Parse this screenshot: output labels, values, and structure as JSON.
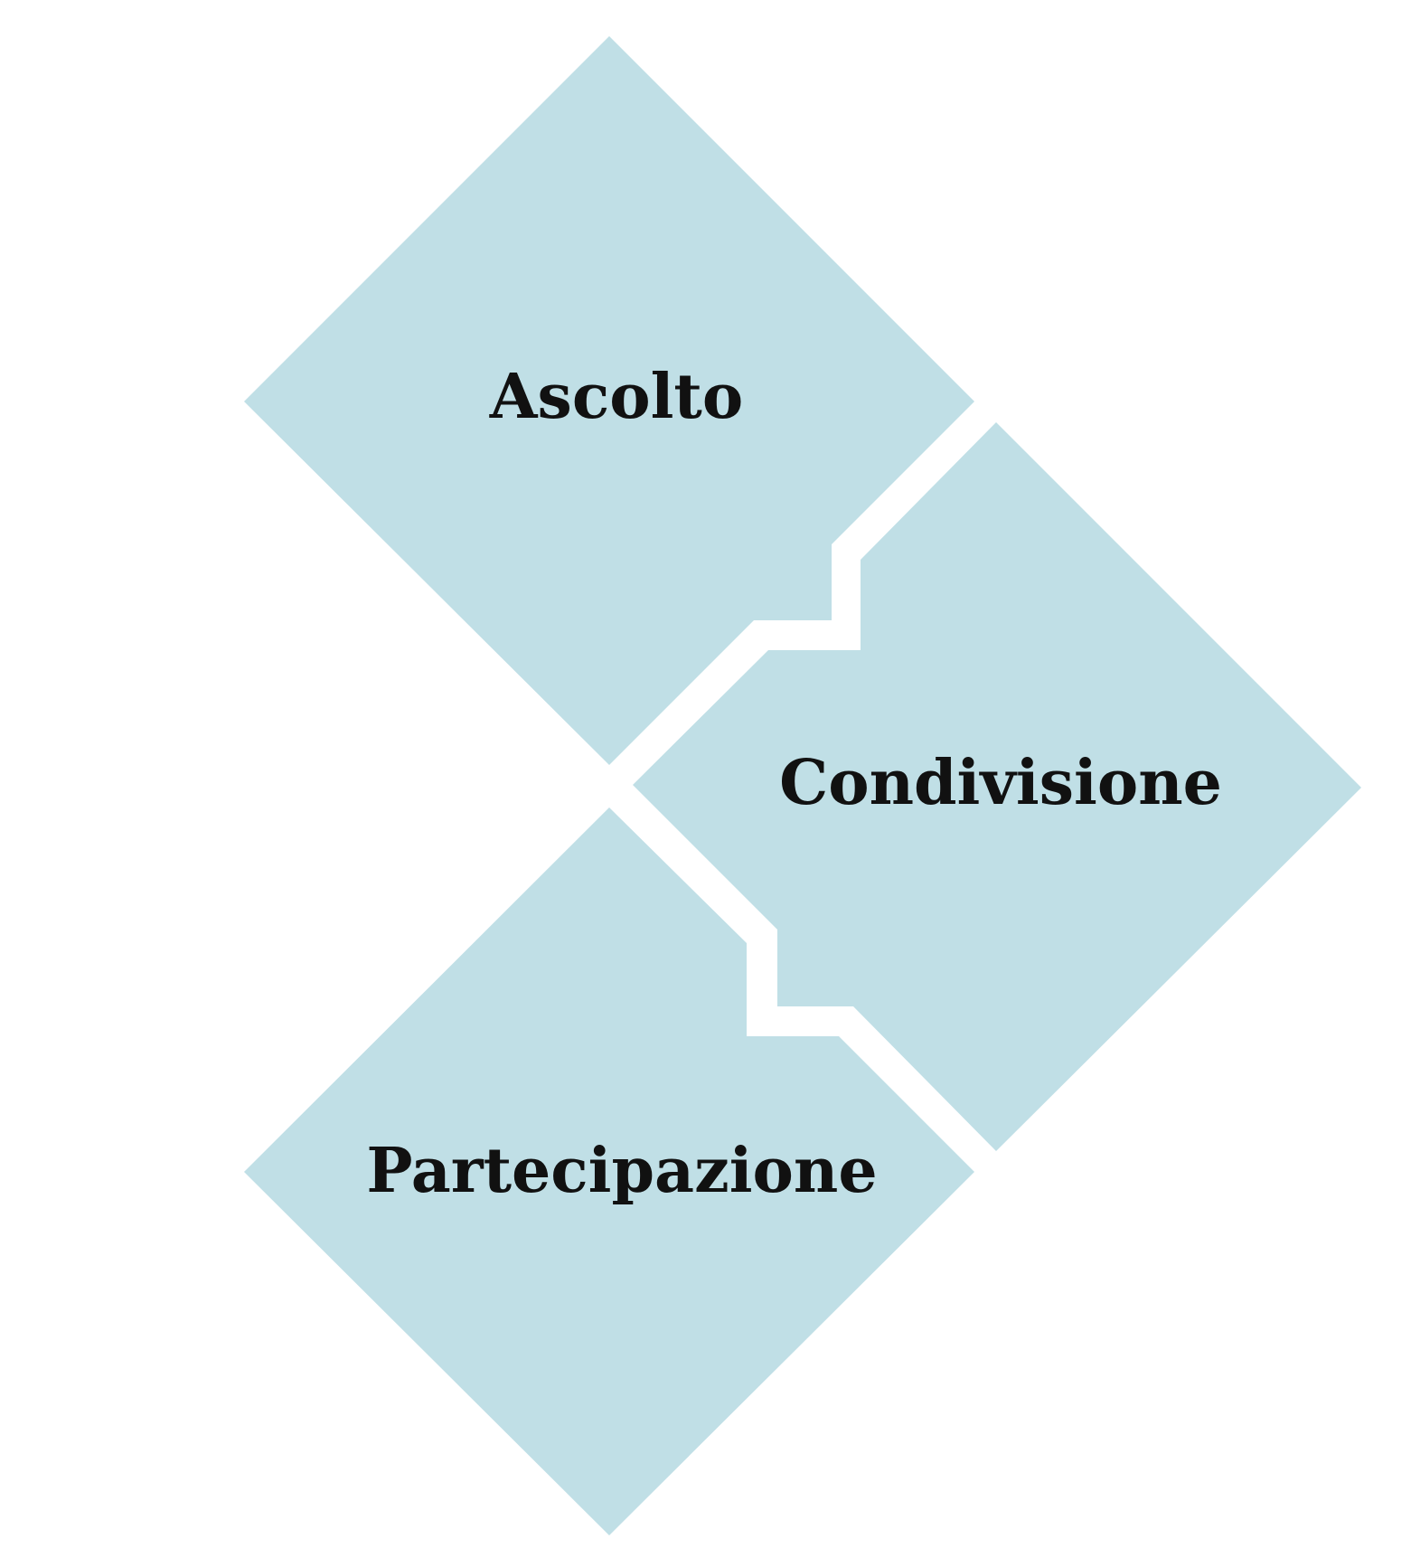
{
  "diagram": {
    "tiles": [
      {
        "id": "ascolto",
        "label": "Ascolto"
      },
      {
        "id": "condivisione",
        "label": "Condivisione"
      },
      {
        "id": "partecipazione",
        "label": "Partecipazione"
      }
    ]
  },
  "colors": {
    "tile_fill": "#c0dfe6",
    "text": "#111111",
    "background": "#ffffff"
  }
}
